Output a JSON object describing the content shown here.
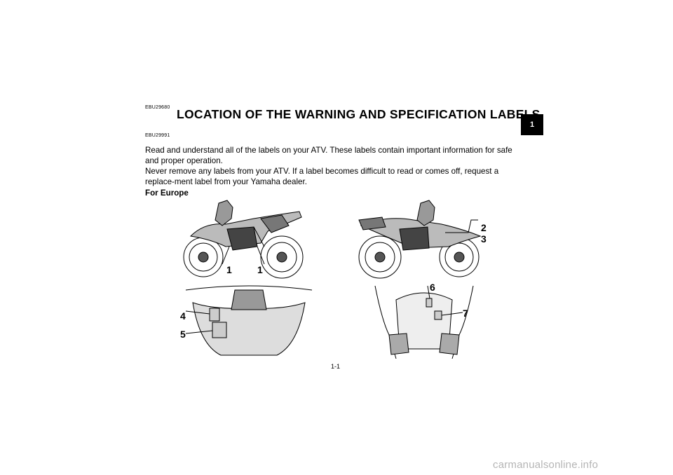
{
  "header": {
    "code_top": "EBU29680",
    "title": "LOCATION OF THE WARNING AND SPECIFICATION LABELS",
    "code_sub": "EBU29991",
    "chapter_tab": "1"
  },
  "body": {
    "paragraph_1": "Read and understand all of the labels on your ATV. These labels contain important information for safe and proper operation.",
    "paragraph_2": "Never remove any labels from your ATV. If a label becomes difficult to read or comes off, request a replace-ment label from your Yamaha dealer.",
    "section_heading": "For Europe"
  },
  "callouts": {
    "left_1a": "1",
    "left_1b": "1",
    "right_2": "2",
    "right_3": "3",
    "front_4": "4",
    "front_5": "5",
    "rear_6": "6",
    "rear_7": "7"
  },
  "footer": {
    "page_number": "1-1",
    "watermark": "carmanualsonline.info"
  }
}
